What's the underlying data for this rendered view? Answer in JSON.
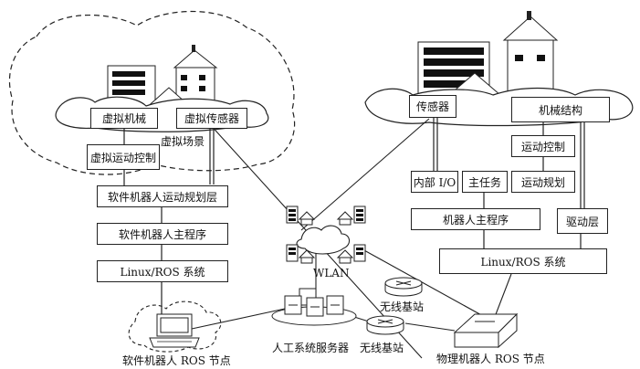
{
  "virtual": {
    "machine": "虚拟机械",
    "sensor": "虚拟传感器",
    "scene": "虚拟场景",
    "motion_control": "虚拟运动控制"
  },
  "software_stack": {
    "planning_layer": "软件机器人运动规划层",
    "main_program": "软件机器人主程序",
    "os": "Linux/ROS 系统",
    "node": "软件机器人 ROS 节点"
  },
  "network": {
    "wlan": "WLAN",
    "server": "人工系统服务器",
    "base_station_1": "无线基站",
    "base_station_2": "无线基站"
  },
  "physical": {
    "sensor": "传感器",
    "mech_structure": "机械结构",
    "motion_control": "运动控制",
    "internal_io": "内部 I/O",
    "main_task": "主任务",
    "motion_planning": "运动规划",
    "main_program": "机器人主程序",
    "driver_layer": "驱动层",
    "os": "Linux/ROS 系统",
    "node": "物理机器人 ROS 节点"
  }
}
